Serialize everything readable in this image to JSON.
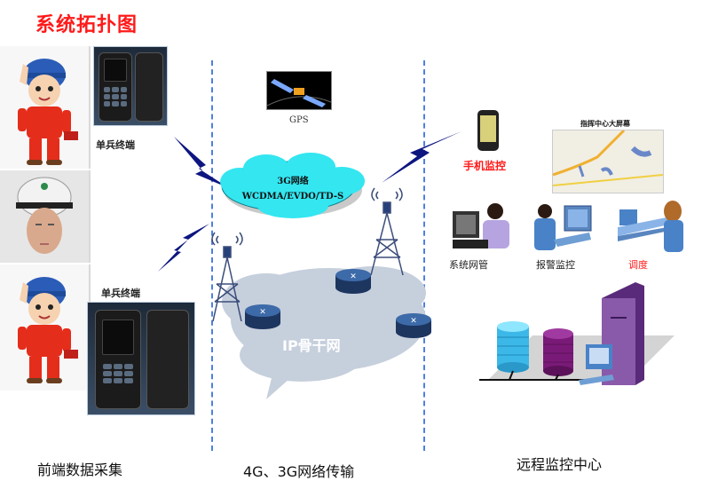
{
  "title": "系统拓扑图",
  "sections": {
    "front": "前端数据采集",
    "network": "4G、3G网络传输",
    "remote": "远程监控中心"
  },
  "front_end": {
    "terminal_label_1": "单兵终端",
    "terminal_label_2": "单兵终端"
  },
  "network": {
    "gps_label": "GPS",
    "cloud_3g_line1": "3G网络",
    "cloud_3g_line2": "WCDMA/EVDO/TD-S",
    "ip_backbone": "IP骨干网"
  },
  "remote": {
    "mobile_monitor": "手机监控",
    "big_screen_title": "指挥中心大屏幕",
    "system_mgmt": "系统网管",
    "alarm_monitor": "报警监控",
    "dispatch": "调度"
  },
  "colors": {
    "title_red": "#ff1a1a",
    "divider_blue": "#4f7fe0",
    "cloud_cyan": "#33e6f0",
    "lightning_navy": "#0d1580",
    "ip_cloud_gray": "#c6cfdc",
    "router_blue": "#2c4a78"
  }
}
